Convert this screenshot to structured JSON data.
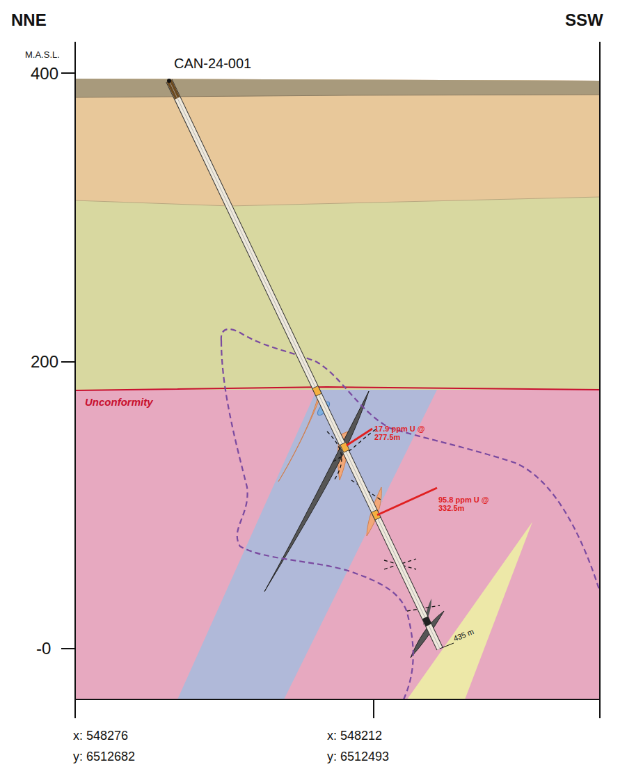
{
  "diagram": {
    "labels": [
      "NNE",
      "SSW",
      "M.A.S.L.",
      "400",
      "200",
      "-0",
      "CAN-24-001",
      "Unconformity",
      "17.9 ppm U @ 277.5m",
      "95.8 ppm U @ 332.5m",
      "435 m",
      "x: 548276",
      "y: 6512682",
      "x: 548212",
      "y: 6512493"
    ]
  }
}
